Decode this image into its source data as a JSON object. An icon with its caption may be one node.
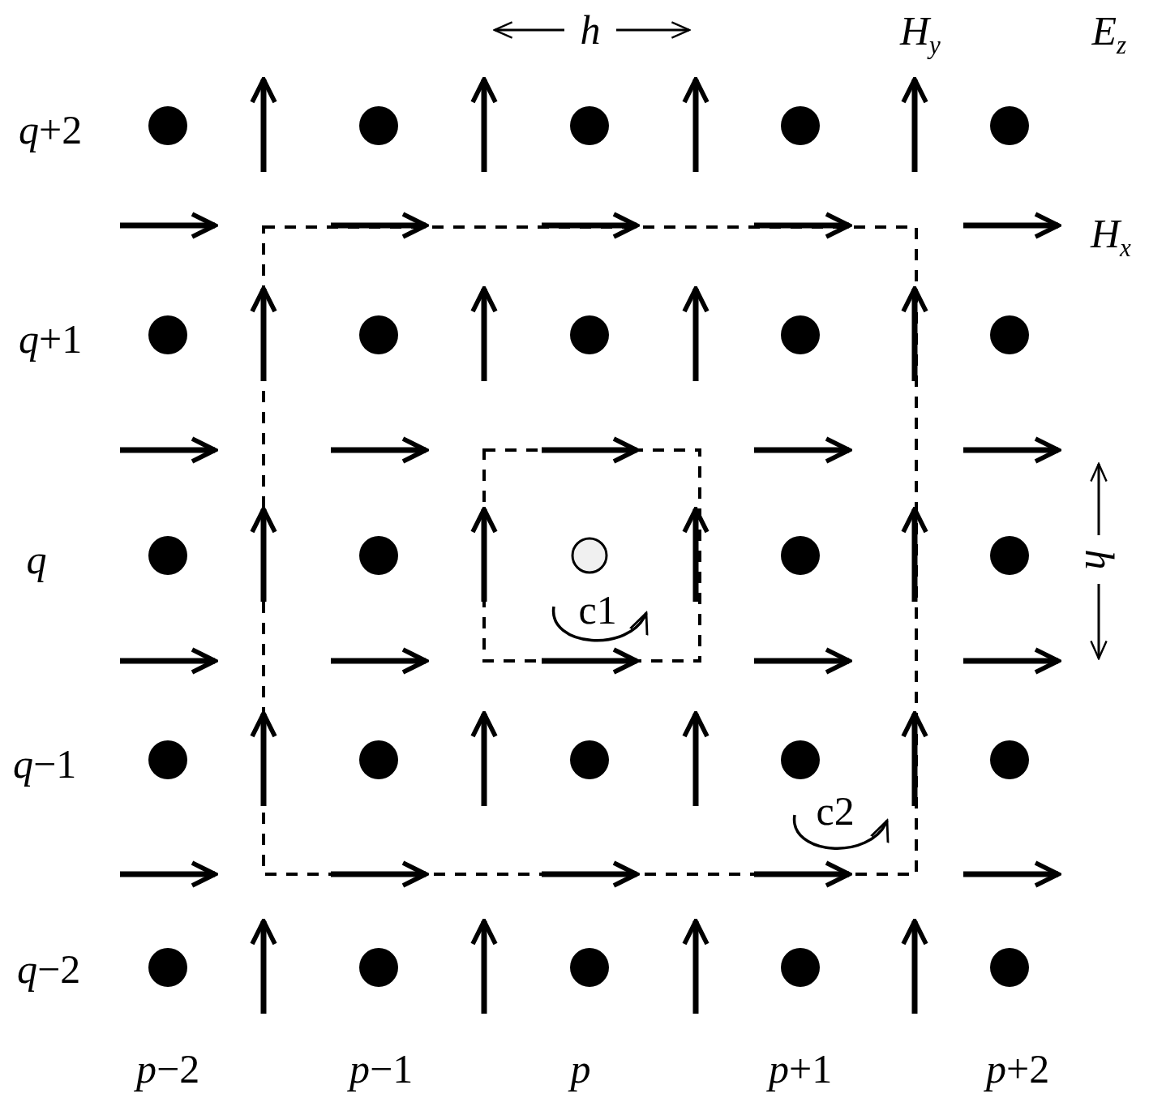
{
  "diagram": {
    "labels": [
      "*h*",
      "*H*$_{y}$",
      "*E*$_{z}$",
      "*q*+2",
      "*H*$_{x}$",
      "*q*+1",
      "*q*",
      "*h*",
      "c1",
      "*q*−1",
      "c2",
      "*q*−2",
      "*p*−2",
      "*p*−1",
      "*p*",
      "*p*+1",
      "*p*+2"
    ]
  }
}
